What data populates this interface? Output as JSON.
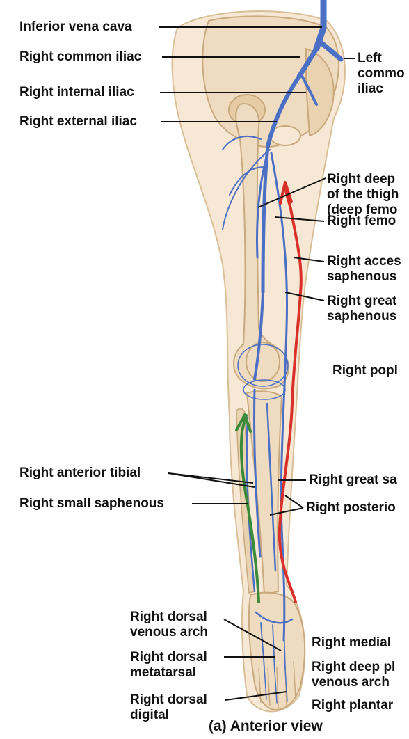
{
  "labels": {
    "inferior_vena_cava": "Inferior vena cava",
    "right_common_iliac": "Right common iliac",
    "right_internal_iliac": "Right internal iliac",
    "right_external_iliac": "Right external iliac",
    "left_common_iliac": [
      "Left",
      "commo",
      "iliac"
    ],
    "right_deep_thigh": [
      "Right deep",
      "of the thigh",
      "(deep femo"
    ],
    "right_femoral": "Right femo",
    "right_accessory_saphenous": [
      "Right acces",
      "saphenous"
    ],
    "right_great_saphenous_upper": [
      "Right great",
      "saphenous"
    ],
    "right_popliteal": "Right popl",
    "right_anterior_tibial": "Right anterior tibial",
    "right_small_saphenous": "Right small saphenous",
    "right_great_saphenous_lower": "Right great sa",
    "right_posterior": "Right posterio",
    "right_dorsal_venous_arch": [
      "Right dorsal",
      "venous arch"
    ],
    "right_dorsal_metatarsal": [
      "Right dorsal",
      "metatarsal"
    ],
    "right_dorsal_digital": [
      "Right dorsal",
      "digital"
    ],
    "right_medial": "Right medial",
    "right_deep_plantar_arch": [
      "Right deep pl",
      "venous arch"
    ],
    "right_plantar": "Right plantar",
    "caption": "(a) Anterior view"
  },
  "colors": {
    "bone": "#efdcc0",
    "bone_edge": "#c8a97e",
    "skin": "#f6e8d4",
    "vein": "#4a6fc4",
    "vein_dark": "#2f4f9e",
    "red_annotation": "#d9302a",
    "green_annotation": "#3a8a3a",
    "leader": "#111111"
  },
  "annotations": [
    {
      "name": "red-arrow",
      "description_color": "red",
      "direction": "up"
    },
    {
      "name": "green-arrow",
      "description_color": "green",
      "direction": "up"
    }
  ]
}
